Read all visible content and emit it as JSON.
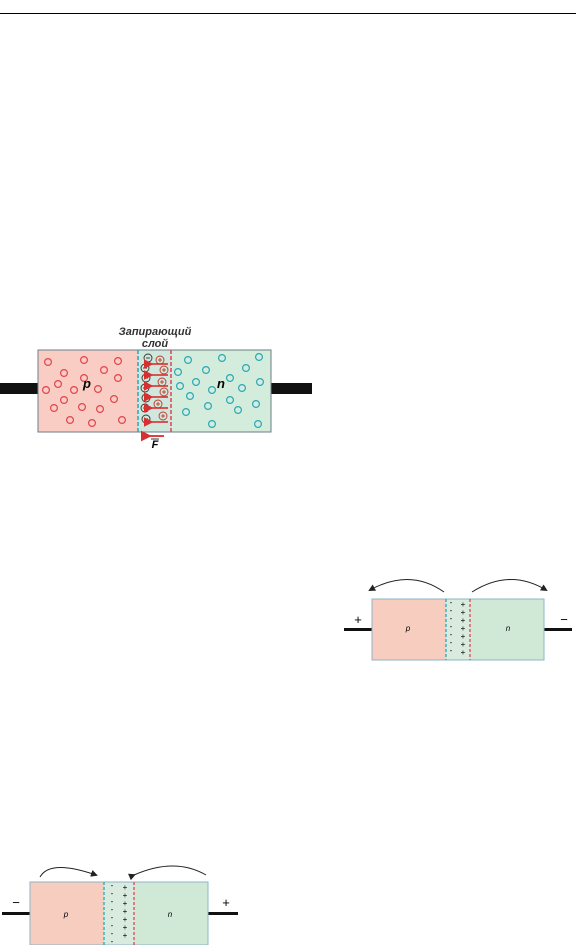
{
  "figure1": {
    "barrier_label_line1": "Запирающий",
    "barrier_label_line2": "слой",
    "p_label": "p",
    "n_label": "n",
    "force_label": "F",
    "hole_color": "#e2434e",
    "electron_color": "#2aa7b8",
    "p_fill": "#f9cdc4",
    "n_fill": "#d3ecdc"
  },
  "figure2": {
    "p_label": "p",
    "n_label": "n",
    "left_terminal": "+",
    "right_terminal": "−",
    "minus_sign": "-",
    "plus_sign": "+"
  },
  "figure3": {
    "p_label": "p",
    "n_label": "n",
    "left_terminal": "−",
    "right_terminal": "+",
    "minus_sign": "-",
    "plus_sign": "+"
  }
}
